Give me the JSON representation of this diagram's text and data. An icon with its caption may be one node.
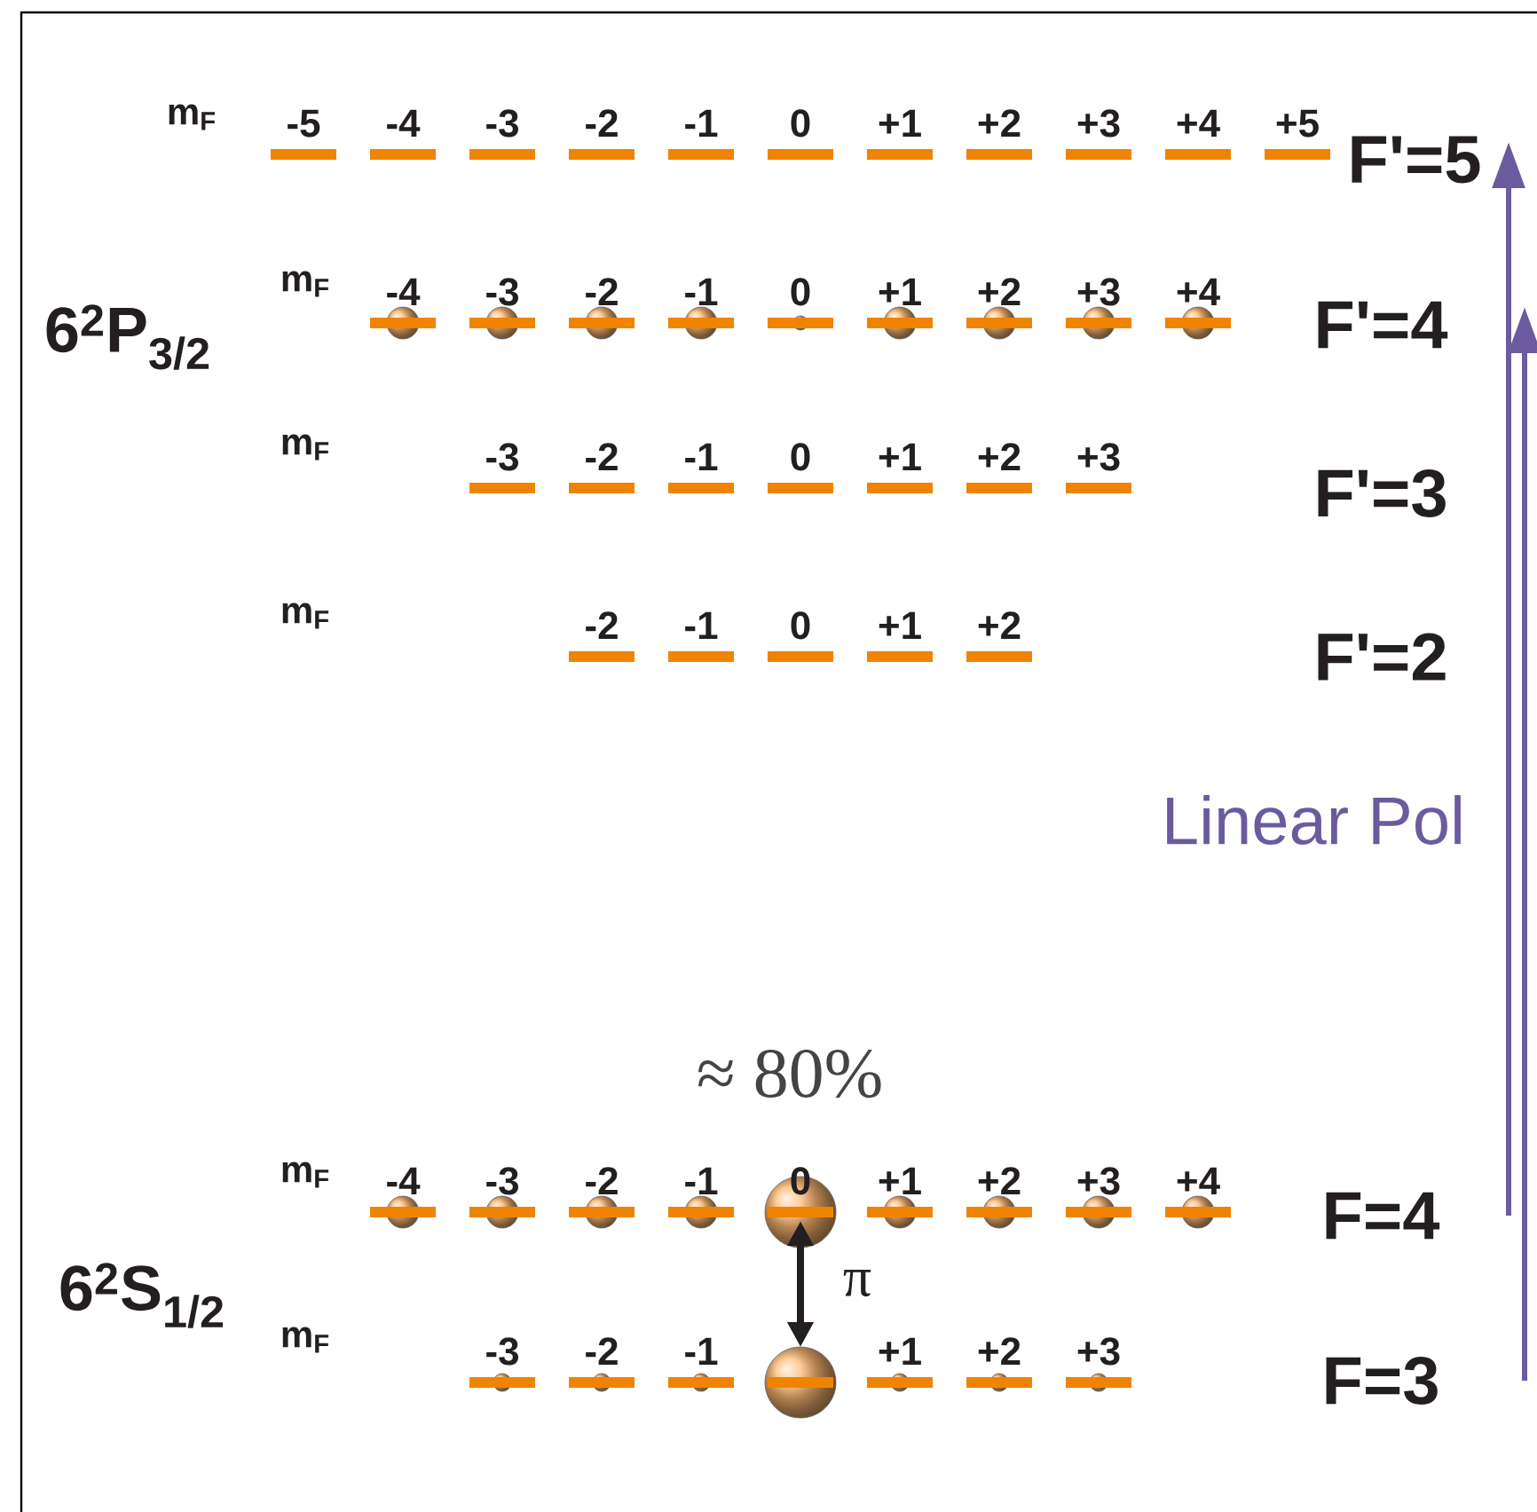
{
  "diagram": {
    "nodes": [
      {
        "text": [
          "-5"
        ]
      },
      {
        "text": [
          "-4"
        ]
      },
      {
        "text": [
          "-3"
        ]
      },
      {
        "text": [
          "-2"
        ]
      },
      {
        "text": [
          "-1"
        ]
      },
      {
        "text": [
          "0"
        ]
      },
      {
        "text": [
          "+1"
        ]
      },
      {
        "text": [
          "+2"
        ]
      },
      {
        "text": [
          "+3"
        ]
      },
      {
        "text": [
          "+4"
        ]
      },
      {
        "text": [
          "+5"
        ]
      },
      {
        "text": [
          "F'=5"
        ]
      },
      {
        "text": [
          "-4"
        ]
      },
      {
        "text": [
          "-3"
        ]
      },
      {
        "text": [
          "-2"
        ]
      },
      {
        "text": [
          "-1"
        ]
      },
      {
        "text": [
          "0"
        ]
      },
      {
        "text": [
          "+1"
        ]
      },
      {
        "text": [
          "+2"
        ]
      },
      {
        "text": [
          "+3"
        ]
      },
      {
        "text": [
          "+4"
        ]
      },
      {
        "text": [
          "F'=4"
        ]
      },
      {
        "text": [
          "-3"
        ]
      },
      {
        "text": [
          "-2"
        ]
      },
      {
        "text": [
          "-1"
        ]
      },
      {
        "text": [
          "0"
        ]
      },
      {
        "text": [
          "+1"
        ]
      },
      {
        "text": [
          "+2"
        ]
      },
      {
        "text": [
          "+3"
        ]
      },
      {
        "text": [
          "-2"
        ]
      },
      {
        "text": [
          "-1"
        ]
      },
      {
        "text": [
          "0"
        ]
      },
      {
        "text": [
          "+1"
        ]
      },
      {
        "text": [
          "+2"
        ]
      },
      {
        "text": [
          "-4"
        ]
      },
      {
        "text": [
          "-3"
        ]
      },
      {
        "text": [
          "-2"
        ]
      },
      {
        "text": [
          "-1"
        ]
      },
      {
        "text": [
          "0"
        ]
      },
      {
        "text": [
          "+1"
        ]
      },
      {
        "text": [
          "+2"
        ]
      },
      {
        "text": [
          "+3"
        ]
      },
      {
        "text": [
          "+4"
        ]
      },
      {
        "text": [
          "F=4"
        ]
      },
      {
        "text": [
          "-3"
        ]
      },
      {
        "text": [
          "-2"
        ]
      },
      {
        "text": [
          "-1"
        ]
      },
      {
        "text": [],
        "shape": "bar"
      },
      {
        "text": [
          "+1"
        ]
      },
      {
        "text": [
          "+2"
        ]
      },
      {
        "text": [
          "+3"
        ]
      },
      {
        "text": [
          "F=3"
        ]
      }
    ],
    "edges": [
      {
        "from": 38,
        "to": 47,
        "arrow": "both",
        "label": "π",
        "color": "#231f20"
      },
      {
        "from": 43,
        "to": 11,
        "arrow": "to"
      },
      {
        "from": 51,
        "to": 21,
        "arrow": "to"
      }
    ],
    "labels": [
      "m$_{F}$",
      "6$^{2}$P$_{3/2}$",
      "m$_{F}$",
      "m$_{F}$",
      "F'=3",
      "m$_{F}$",
      "F'=2",
      "Linear Pol",
      "≈ 80%",
      "m$_{F}$",
      "6$^{2}$S$_{1/2}$",
      "m$_{F}$"
    ]
  }
}
